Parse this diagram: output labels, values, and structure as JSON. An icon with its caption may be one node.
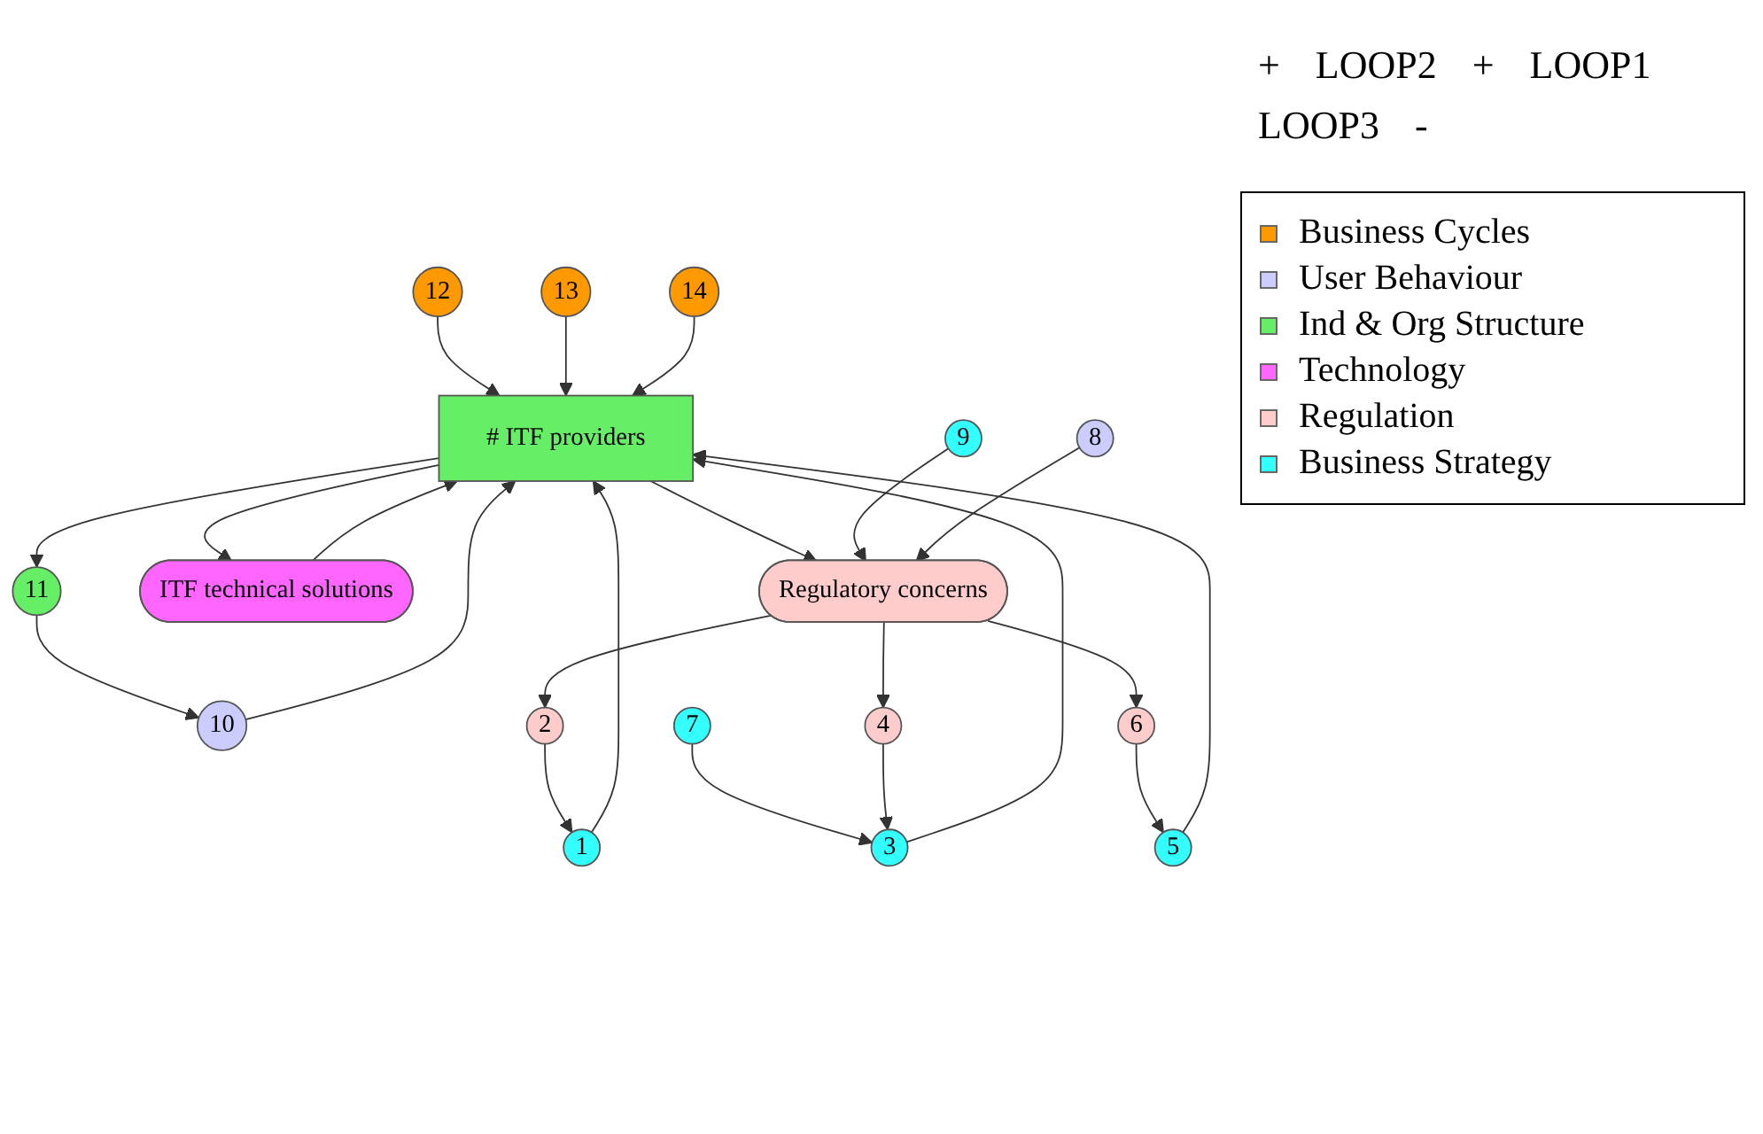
{
  "diagram": {
    "nodes": [
      {
        "text": [
          "12"
        ]
      },
      {
        "text": [
          "13"
        ]
      },
      {
        "text": [
          "14"
        ]
      },
      {
        "text": [
          "# ITF providers"
        ]
      },
      {
        "text": [
          "11"
        ]
      },
      {
        "text": [
          "ITF technical solutions"
        ]
      },
      {
        "text": [
          "10"
        ]
      },
      {
        "text": [
          "9"
        ]
      },
      {
        "text": [
          "1"
        ]
      },
      {
        "text": [
          "3"
        ]
      },
      {
        "text": [
          "5"
        ]
      },
      {
        "text": [
          "Regulatory concerns"
        ]
      },
      {
        "text": [
          "8"
        ]
      },
      {
        "text": [
          "7"
        ]
      },
      {
        "text": [
          "2"
        ]
      },
      {
        "text": [
          "4"
        ]
      },
      {
        "text": [
          "6"
        ]
      }
    ],
    "edges": [
      {
        "from": 0,
        "to": 3,
        "arrow": "to"
      },
      {
        "from": 1,
        "to": 3,
        "arrow": "to"
      },
      {
        "from": 2,
        "to": 3,
        "arrow": "to"
      },
      {
        "from": 3,
        "to": 5,
        "arrow": "to"
      },
      {
        "from": 3,
        "to": 4,
        "arrow": "to"
      },
      {
        "from": 5,
        "to": 3,
        "arrow": "to"
      },
      {
        "from": 4,
        "to": 6,
        "arrow": "to"
      },
      {
        "from": 6,
        "to": 3,
        "arrow": "to"
      },
      {
        "from": 8,
        "to": 3,
        "arrow": "to"
      },
      {
        "from": 9,
        "to": 3,
        "arrow": "to"
      },
      {
        "from": 10,
        "to": 3,
        "arrow": "to"
      },
      {
        "from": 3,
        "to": 11,
        "arrow": "to"
      },
      {
        "from": 7,
        "to": 11,
        "arrow": "to"
      },
      {
        "from": 12,
        "to": 11,
        "arrow": "to"
      },
      {
        "from": 13,
        "to": 9,
        "arrow": "to"
      },
      {
        "from": 14,
        "to": 8,
        "arrow": "to"
      },
      {
        "from": 15,
        "to": 9,
        "arrow": "to"
      },
      {
        "from": 16,
        "to": 10,
        "arrow": "to"
      },
      {
        "from": 11,
        "to": 14,
        "arrow": "to"
      },
      {
        "from": 11,
        "to": 15,
        "arrow": "to"
      },
      {
        "from": 11,
        "to": 16,
        "arrow": "to"
      }
    ],
    "labels": [
      "+",
      "LOOP2",
      "+",
      "LOOP1",
      "LOOP3",
      "-"
    ],
    "legend": [
      {
        "text": "Business Cycles",
        "color": "#ff9900"
      },
      {
        "text": "User Behaviour",
        "color": "#ccccff"
      },
      {
        "text": "Ind & Org Structure",
        "color": "#66ee66"
      },
      {
        "text": "Technology",
        "color": "#ff66ff"
      },
      {
        "text": "Regulation",
        "color": "#ffcccc"
      },
      {
        "text": "Business Strategy",
        "color": "#33ffff"
      }
    ]
  }
}
